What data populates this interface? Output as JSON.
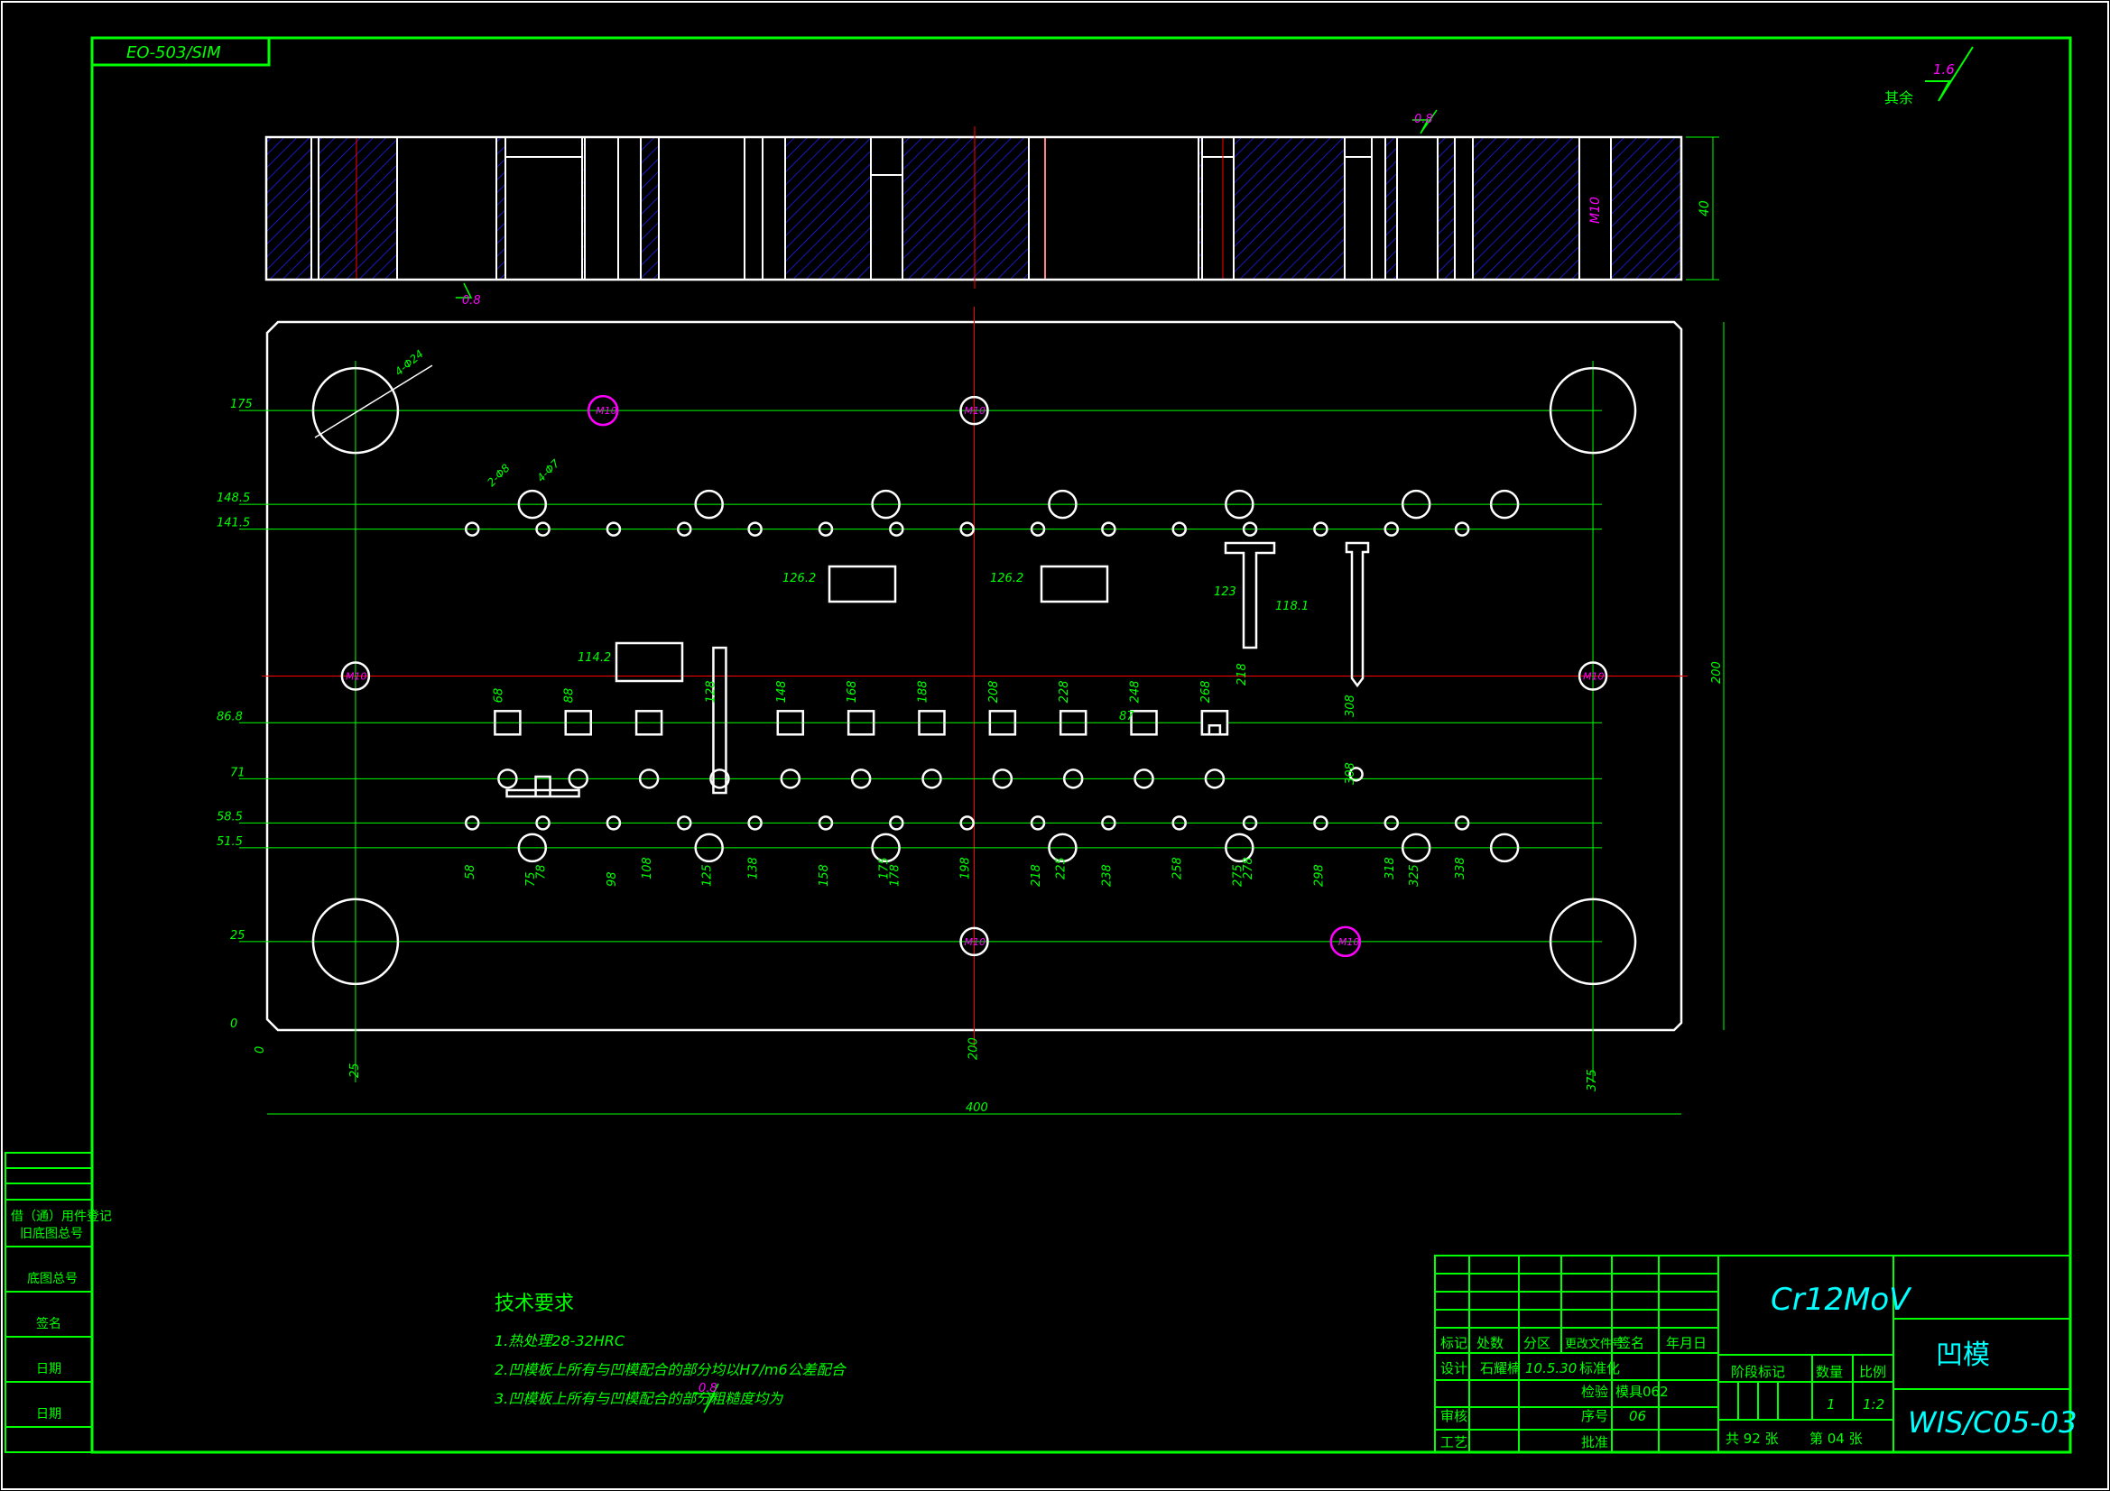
{
  "drawing_code": "EO-503/SIM",
  "roughness_general": {
    "value": "1.6",
    "label": "其余"
  },
  "roughness_top": "0.8",
  "roughness_bottom": "0.8",
  "thickness_dim": "40",
  "side_tap_label": "M10",
  "outline_dims": {
    "length": "400",
    "height": "200",
    "x_end": "375",
    "x_center": "200",
    "x_start": "25",
    "zero_x": "0",
    "zero_y": "0"
  },
  "y_dims": [
    "175",
    "148.5",
    "141.5",
    "86.8",
    "71",
    "58.5",
    "51.5",
    "25",
    "0"
  ],
  "x_dims": [
    "58",
    "75",
    "78",
    "98",
    "108",
    "125",
    "138",
    "158",
    "175",
    "178",
    "198",
    "218",
    "225",
    "238",
    "258",
    "275",
    "278",
    "298",
    "318",
    "325",
    "338"
  ],
  "hole_labels": {
    "big": "4-Φ24",
    "pin1": "2-Φ8",
    "pin2": "4-Φ7",
    "tap": "M10"
  },
  "upper_dims": [
    "126.2",
    "126.2",
    "114.2",
    "123",
    "118.1"
  ],
  "col_dims": [
    "68",
    "88",
    "128",
    "148",
    "168",
    "188",
    "208",
    "228",
    "248",
    "268",
    "218",
    "308",
    "308",
    "87"
  ],
  "notes": {
    "title": "技术要求",
    "lines": [
      "1.热处理28-32HRC",
      "2.凹模板上所有与凹模配合的部分均以H7/m6公差配合",
      "3.凹模板上所有与凹模配合的部分粗糙度均为"
    ],
    "roughness": "0.8"
  },
  "left_strip": [
    "借（通）用件登记",
    "旧底图总号",
    "底图总号",
    "签名",
    "日期",
    "日期"
  ],
  "title_block": {
    "material": "Cr12MoV",
    "part_name": "凹模",
    "drawing_no": "WIS/C05-03",
    "headers": [
      "标记",
      "处数",
      "分区",
      "更改文件号",
      "签名",
      "年月日"
    ],
    "design_label": "设计",
    "designer": "石耀楠",
    "date": "10.5.30",
    "std_label": "标准化",
    "check_label": "审核",
    "review_label": "检验",
    "process_label": "工艺",
    "approve_label": "批准",
    "stage_label": "阶段标记",
    "qty_label": "数量",
    "scale_label": "比例",
    "qty": "1",
    "scale": "1:2",
    "mold_label": "模具062",
    "seq_label": "序号",
    "seq": "06",
    "total_sheets": "共 92 张",
    "sheet_no": "第 04 张"
  },
  "colors": {
    "frame": "#00ff00",
    "lines": "#ffffff",
    "center": "#ff0000",
    "dim": "#00ff00",
    "hatch": "#0000ff",
    "text": "#00ff00",
    "annot": "#ff00ff",
    "title": "#00ffff"
  }
}
